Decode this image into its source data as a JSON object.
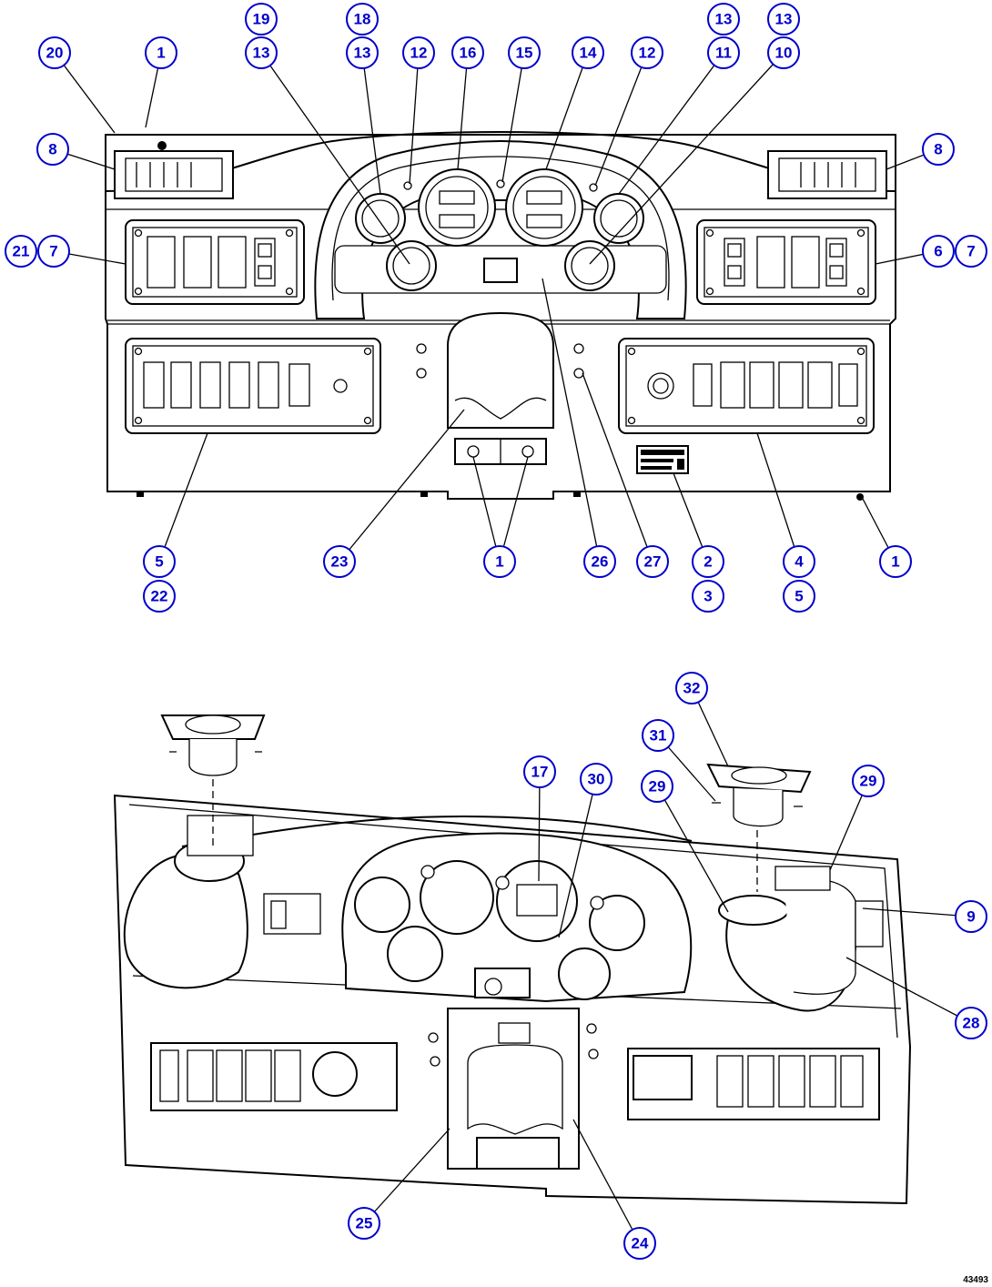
{
  "drawing_number": "43493",
  "callouts": [
    {
      "id": "c-top-20",
      "label": "20"
    },
    {
      "id": "c-top-1a",
      "label": "1"
    },
    {
      "id": "c-top-19",
      "label": "19"
    },
    {
      "id": "c-top-13a",
      "label": "13"
    },
    {
      "id": "c-top-18",
      "label": "18"
    },
    {
      "id": "c-top-13b",
      "label": "13"
    },
    {
      "id": "c-top-12a",
      "label": "12"
    },
    {
      "id": "c-top-16",
      "label": "16"
    },
    {
      "id": "c-top-15",
      "label": "15"
    },
    {
      "id": "c-top-14",
      "label": "14"
    },
    {
      "id": "c-top-12b",
      "label": "12"
    },
    {
      "id": "c-top-13c",
      "label": "13"
    },
    {
      "id": "c-top-11",
      "label": "11"
    },
    {
      "id": "c-top-13d",
      "label": "13"
    },
    {
      "id": "c-top-10",
      "label": "10"
    },
    {
      "id": "c-top-8a",
      "label": "8"
    },
    {
      "id": "c-top-8b",
      "label": "8"
    },
    {
      "id": "c-top-21",
      "label": "21"
    },
    {
      "id": "c-top-7a",
      "label": "7"
    },
    {
      "id": "c-top-6",
      "label": "6"
    },
    {
      "id": "c-top-7b",
      "label": "7"
    },
    {
      "id": "c-top-5a",
      "label": "5"
    },
    {
      "id": "c-top-22",
      "label": "22"
    },
    {
      "id": "c-top-23",
      "label": "23"
    },
    {
      "id": "c-top-1b",
      "label": "1"
    },
    {
      "id": "c-top-26",
      "label": "26"
    },
    {
      "id": "c-top-27",
      "label": "27"
    },
    {
      "id": "c-top-2",
      "label": "2"
    },
    {
      "id": "c-top-3",
      "label": "3"
    },
    {
      "id": "c-top-4",
      "label": "4"
    },
    {
      "id": "c-top-5b",
      "label": "5"
    },
    {
      "id": "c-top-1c",
      "label": "1"
    },
    {
      "id": "c-bot-32",
      "label": "32"
    },
    {
      "id": "c-bot-31",
      "label": "31"
    },
    {
      "id": "c-bot-17",
      "label": "17"
    },
    {
      "id": "c-bot-30",
      "label": "30"
    },
    {
      "id": "c-bot-29a",
      "label": "29"
    },
    {
      "id": "c-bot-29b",
      "label": "29"
    },
    {
      "id": "c-bot-9",
      "label": "9"
    },
    {
      "id": "c-bot-28",
      "label": "28"
    },
    {
      "id": "c-bot-25",
      "label": "25"
    },
    {
      "id": "c-bot-24",
      "label": "24"
    }
  ]
}
